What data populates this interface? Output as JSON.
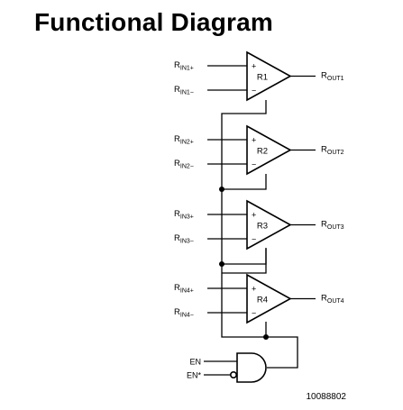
{
  "title": "Functional Diagram",
  "figure_id": "10088802",
  "receivers": [
    {
      "name": "R1",
      "in_pos": [
        "R",
        "IN1+"
      ],
      "in_neg": [
        "R",
        "IN1−"
      ],
      "out": [
        "R",
        "OUT1"
      ]
    },
    {
      "name": "R2",
      "in_pos": [
        "R",
        "IN2+"
      ],
      "in_neg": [
        "R",
        "IN2−"
      ],
      "out": [
        "R",
        "OUT2"
      ]
    },
    {
      "name": "R3",
      "in_pos": [
        "R",
        "IN3+"
      ],
      "in_neg": [
        "R",
        "IN3−"
      ],
      "out": [
        "R",
        "OUT3"
      ]
    },
    {
      "name": "R4",
      "in_pos": [
        "R",
        "IN4+"
      ],
      "in_neg": [
        "R",
        "IN4−"
      ],
      "out": [
        "R",
        "OUT4"
      ]
    }
  ],
  "enable": {
    "en": "EN",
    "en_star": "EN*"
  },
  "symbols": {
    "plus": "+",
    "minus": "−"
  }
}
